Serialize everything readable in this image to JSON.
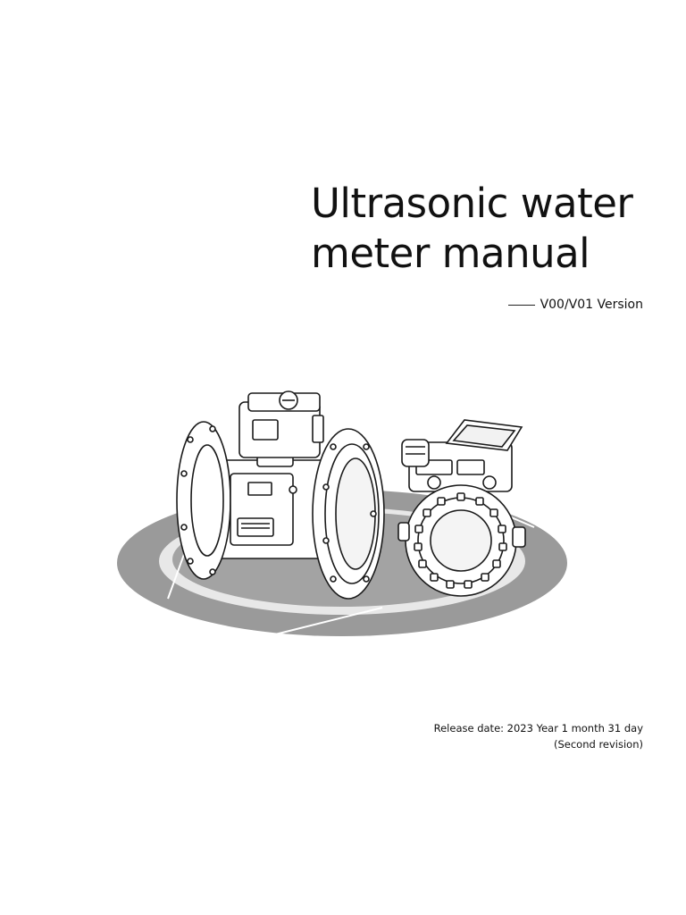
{
  "title": {
    "line1": "Ultrasonic water",
    "line2": "meter manual"
  },
  "version": {
    "label": "V00/V01 Version"
  },
  "release": {
    "date": "Release date: 2023 Year 1 month 31 day",
    "revision": "(Second revision)"
  },
  "colors": {
    "text": "#111111",
    "platform_gray": "#9a9a9a",
    "platform_light": "#e6e6e6"
  }
}
